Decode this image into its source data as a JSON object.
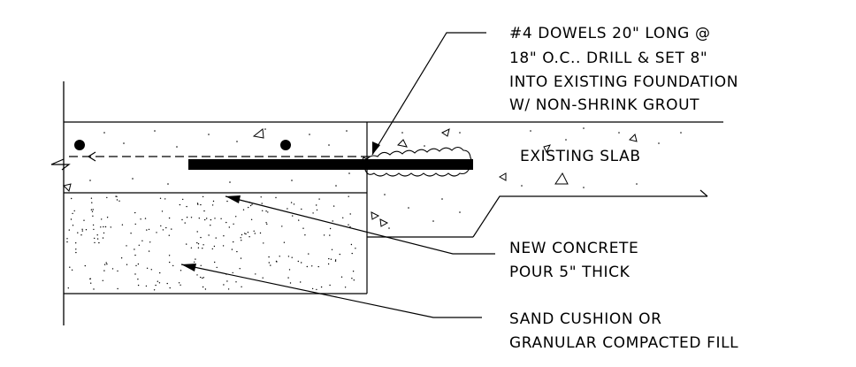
{
  "notes": {
    "dowels": {
      "lines": [
        "#4 DOWELS 20\" LONG @",
        "18\" O.C..  DRILL & SET 8\"",
        "INTO EXISTING FOUNDATION",
        "W/ NON-SHRINK GROUT"
      ]
    },
    "existing_slab": {
      "label": "EXISTING SLAB"
    },
    "new_concrete": {
      "lines": [
        "NEW CONCRETE",
        "POUR 5\" THICK"
      ]
    },
    "sand_cushion": {
      "lines": [
        "SAND CUSHION OR",
        "GRANULAR COMPACTED FILL"
      ]
    }
  },
  "colors": {
    "ink": "#000000",
    "background": "#ffffff"
  }
}
